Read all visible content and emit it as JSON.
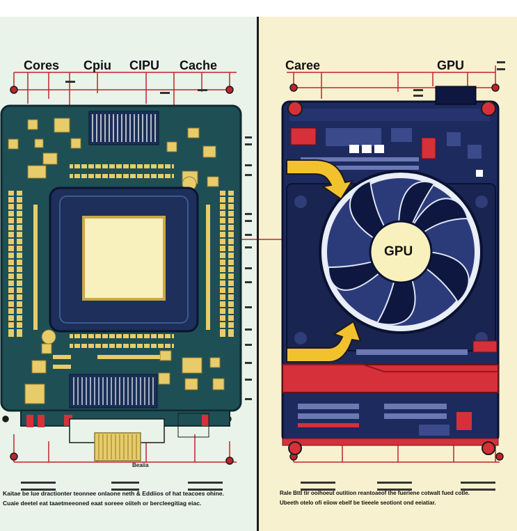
{
  "cpu_panel": {
    "labels": {
      "cores": "Cores",
      "cpiu": "Cpiu",
      "cipu": "CIPU",
      "cache": "Cache"
    },
    "notes": {
      "bottom_center": "Beaiia"
    },
    "footer": {
      "line1": "Kaitae be lue dractionter teonnee onlaone neth & Eddiios of hat teacoes ohine.",
      "line2": "Cuaie deetel eat taaetmeeoned eaat soreee oiiteh or bercleegitiag eiac."
    }
  },
  "gpu_panel": {
    "labels": {
      "caree": "Caree",
      "gpu_top": "GPU",
      "gpu_center": "GPU"
    },
    "footer": {
      "line1": "Rale Bttl tir ooihoeut outition reantoaeof the fueriene cotwalt fued cotle.",
      "line2": "Ubeeth otelo ofi eiiow ebelf be tieeele seotiont ond eeiatiar."
    }
  },
  "colors": {
    "board": "#1e4f55",
    "chip_pad": "#e8cc6a",
    "cpu_die": "#f9f1bd",
    "cpu_socket": "#1d2f5a",
    "gpu_board": "#1d2a5e",
    "fan_blade": "#0d1740",
    "accent_red": "#d6303a",
    "arrow_yellow": "#f2c12e",
    "leader_line": "#c2222b"
  }
}
